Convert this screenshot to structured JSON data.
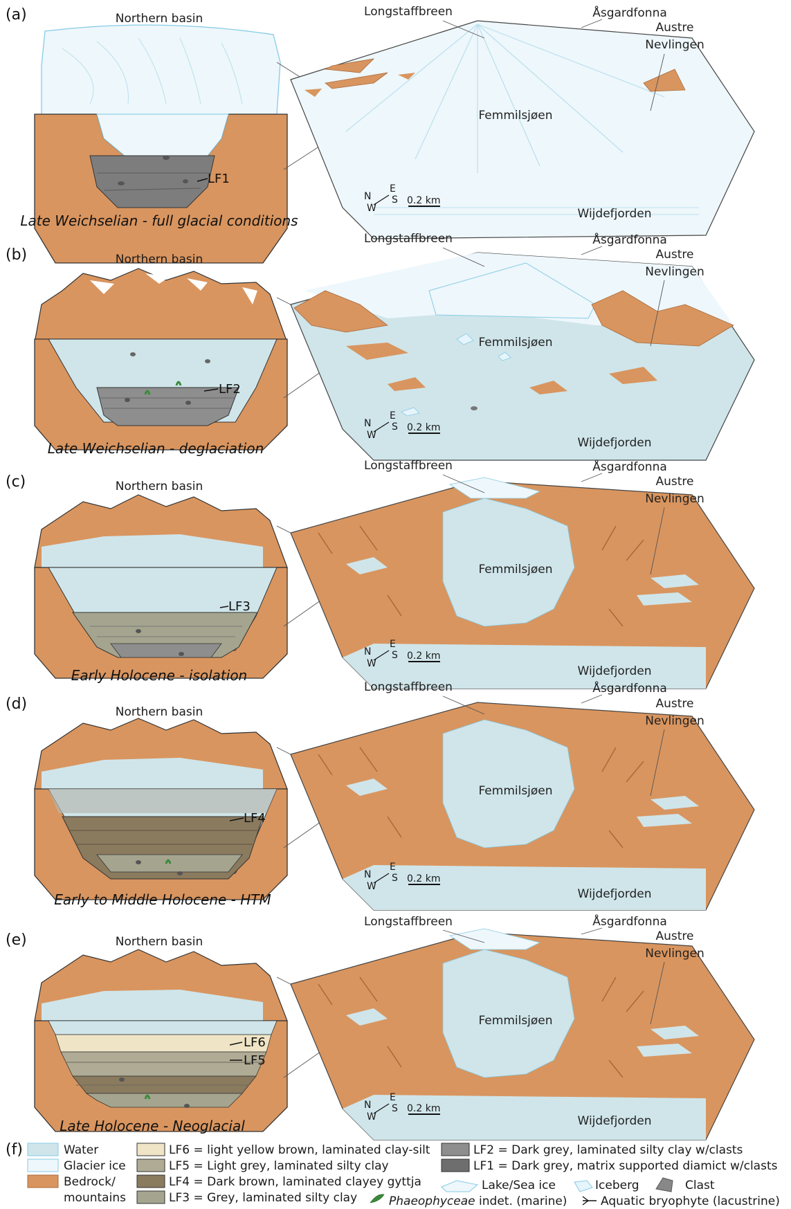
{
  "colors": {
    "water": "#cfe5ea",
    "glacier_ice": "#eef7fb",
    "glacier_line": "#86cbe6",
    "bedrock": "#d9955f",
    "bedrock_dark": "#a8693a",
    "lf1": "#7d7d7d",
    "lf2": "#8e8e8e",
    "lf3": "#a5a58f",
    "lf4": "#8a7a5e",
    "lf5": "#b0ab95",
    "lf6": "#efe4c6",
    "sediment_dark": "#6e6e6e",
    "iceberg": "#e6f4fb"
  },
  "panels": [
    {
      "letter": "(a)",
      "section_title": "Northern basin",
      "caption": "Late Weichselian - full glacial conditions",
      "lf_labels": [
        "LF1"
      ],
      "places": {
        "longstaff": "Longstaffbreen",
        "asgard": "Åsgardfonna",
        "austre": "Austre",
        "nevlingen": "Nevlingen",
        "lake": "Femmilsjøen",
        "fjord": "Wijdefjorden"
      },
      "scale": "0.2 km",
      "compass": {
        "n": "N",
        "e": "E",
        "s": "S",
        "w": "W"
      }
    },
    {
      "letter": "(b)",
      "section_title": "Northern basin",
      "caption": "Late Weichselian - deglaciation",
      "lf_labels": [
        "LF2"
      ],
      "places": {
        "longstaff": "Longstaffbreen",
        "asgard": "Åsgardfonna",
        "austre": "Austre",
        "nevlingen": "Nevlingen",
        "lake": "Femmilsjøen",
        "fjord": "Wijdefjorden"
      },
      "scale": "0.2 km",
      "compass": {
        "n": "N",
        "e": "E",
        "s": "S",
        "w": "W"
      }
    },
    {
      "letter": "(c)",
      "section_title": "Northern basin",
      "caption": "Early Holocene - isolation",
      "lf_labels": [
        "LF3"
      ],
      "places": {
        "longstaff": "Longstaffbreen",
        "asgard": "Åsgardfonna",
        "austre": "Austre",
        "nevlingen": "Nevlingen",
        "lake": "Femmilsjøen",
        "fjord": "Wijdefjorden"
      },
      "scale": "0.2 km",
      "compass": {
        "n": "N",
        "e": "E",
        "s": "S",
        "w": "W"
      }
    },
    {
      "letter": "(d)",
      "section_title": "Northern basin",
      "caption": "Early to Middle Holocene - HTM",
      "lf_labels": [
        "LF4"
      ],
      "places": {
        "longstaff": "Longstaffbreen",
        "asgard": "Åsgardfonna",
        "austre": "Austre",
        "nevlingen": "Nevlingen",
        "lake": "Femmilsjøen",
        "fjord": "Wijdefjorden"
      },
      "scale": "0.2 km",
      "compass": {
        "n": "N",
        "e": "E",
        "s": "S",
        "w": "W"
      }
    },
    {
      "letter": "(e)",
      "section_title": "Northern basin",
      "caption": "Late Holocene - Neoglacial",
      "lf_labels": [
        "LF6",
        "LF5"
      ],
      "places": {
        "longstaff": "Longstaffbreen",
        "asgard": "Åsgardfonna",
        "austre": "Austre",
        "nevlingen": "Nevlingen",
        "lake": "Femmilsjøen",
        "fjord": "Wijdefjorden"
      },
      "scale": "0.2 km",
      "compass": {
        "n": "N",
        "e": "E",
        "s": "S",
        "w": "W"
      }
    }
  ],
  "legend": {
    "letter": "(f)",
    "water": "Water",
    "glacier_ice": "Glacier ice",
    "bedrock_1": "Bedrock/",
    "bedrock_2": "mountains",
    "lf6": "LF6 = light yellow brown, laminated clay-silt",
    "lf5": "LF5 = Light grey, laminated silty clay",
    "lf4": "LF4 = Dark brown, laminated clayey gyttja",
    "lf3": "LF3 = Grey, laminated silty clay",
    "lf2": "LF2 = Dark grey, laminated silty clay w/clasts",
    "lf1": "LF1 = Dark grey, matrix supported diamict w/clasts",
    "lake_ice": "Lake/Sea ice",
    "iceberg": "Iceberg",
    "clast": "Clast",
    "phaeo_name": "Phaeophyceae",
    "phaeo_rest": " indet. (marine)",
    "bryophyte": "Aquatic bryophyte (lacustrine)"
  }
}
